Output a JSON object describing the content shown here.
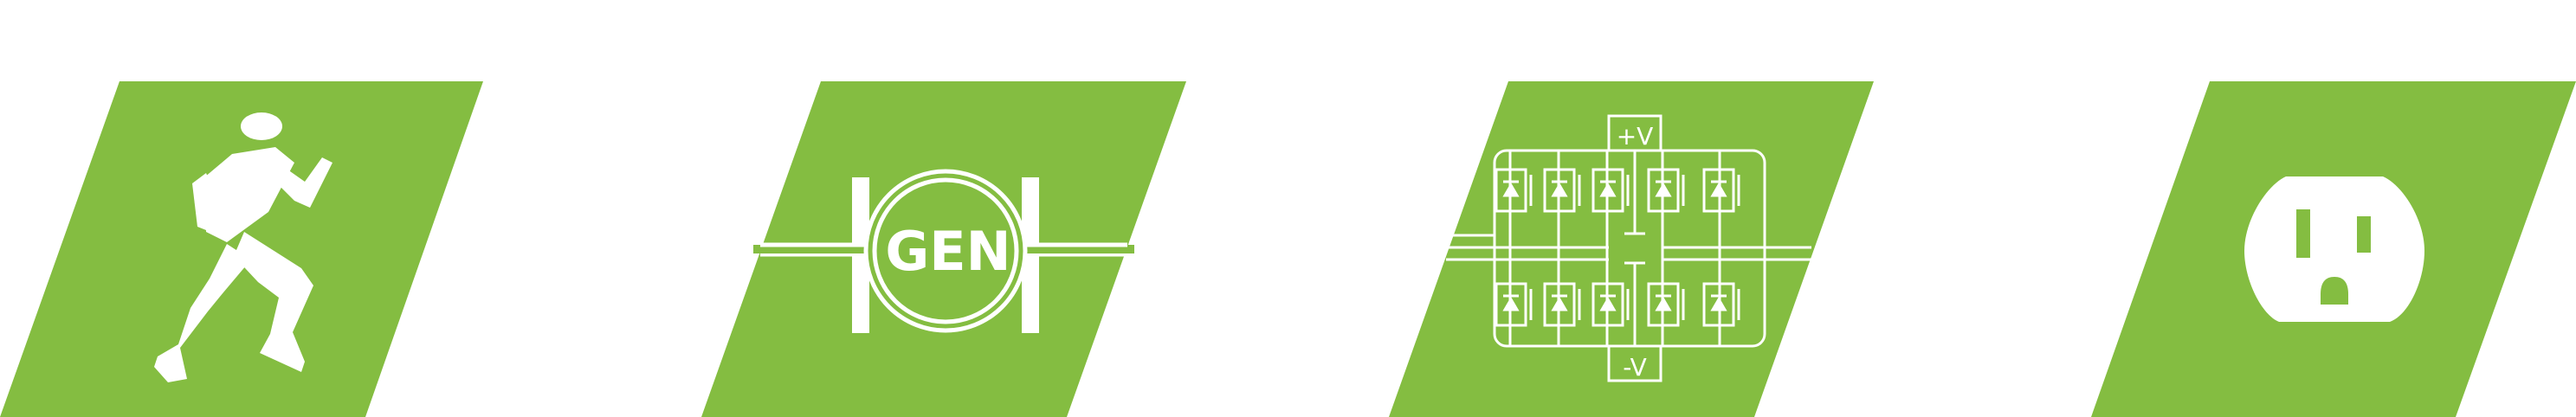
{
  "colors": {
    "panel_fill": "#84BD41",
    "line": "#FFFFFF",
    "background": "#FFFFFF"
  },
  "panels": [
    {
      "name": "runner-panel",
      "icon": "runner-icon"
    },
    {
      "name": "generator-panel",
      "icon": "generator-icon"
    },
    {
      "name": "inverter-panel",
      "icon": "inverter-circuit-icon"
    },
    {
      "name": "outlet-panel",
      "icon": "power-outlet-icon"
    }
  ],
  "generator": {
    "label": "GEN"
  },
  "inverter": {
    "positive_label": "+V",
    "negative_label": "-V"
  }
}
